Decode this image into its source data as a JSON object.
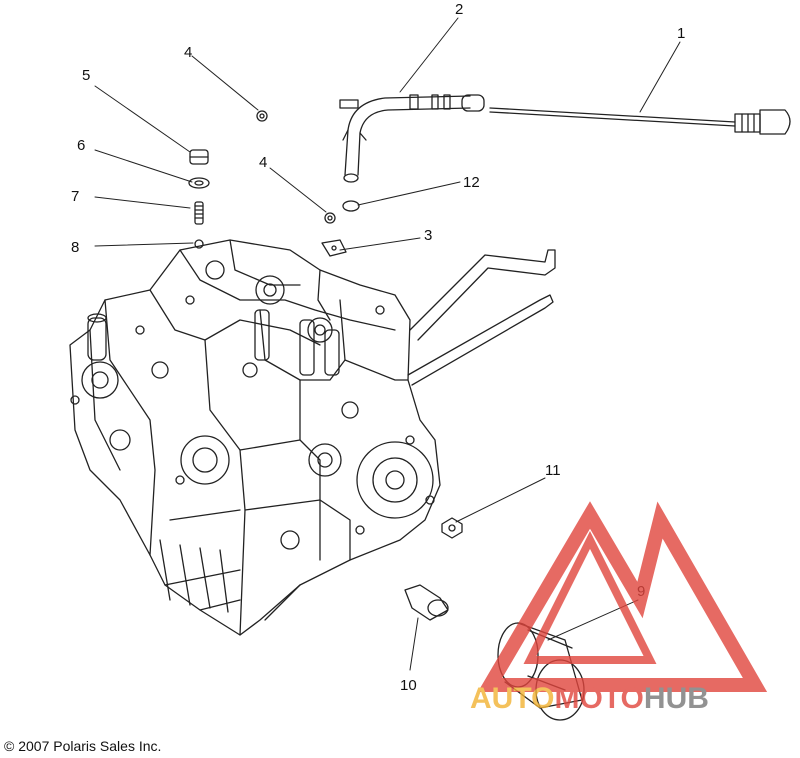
{
  "callouts": {
    "c1": "1",
    "c2": "2",
    "c3": "3",
    "c4a": "4",
    "c4b": "4",
    "c5": "5",
    "c6": "6",
    "c7": "7",
    "c8": "8",
    "c9": "9",
    "c10": "10",
    "c11": "11",
    "c12": "12"
  },
  "copyright": "© 2007 Polaris Sales Inc.",
  "watermark": {
    "part1": "AUTO",
    "part2": "MOTO",
    "part3": "HUB",
    "colors": {
      "triangle": "#e0453d",
      "auto": "#f2b233",
      "moto": "#e0453d",
      "hub": "#777777"
    }
  }
}
